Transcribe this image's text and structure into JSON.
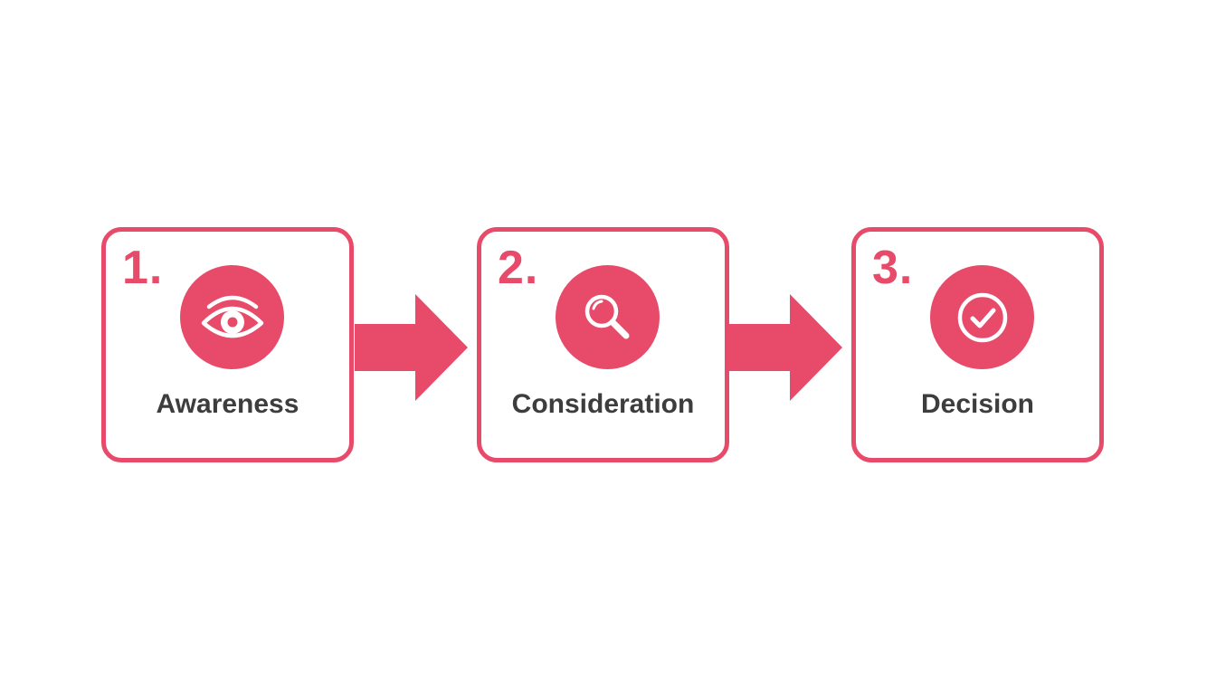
{
  "colors": {
    "accent": "#e84a6a",
    "label_text": "#3d3d3d",
    "background": "#ffffff"
  },
  "steps": [
    {
      "number": "1.",
      "label": "Awareness",
      "icon": "eye-icon"
    },
    {
      "number": "2.",
      "label": "Consideration",
      "icon": "magnifying-glass-icon"
    },
    {
      "number": "3.",
      "label": "Decision",
      "icon": "checkmark-icon"
    }
  ]
}
